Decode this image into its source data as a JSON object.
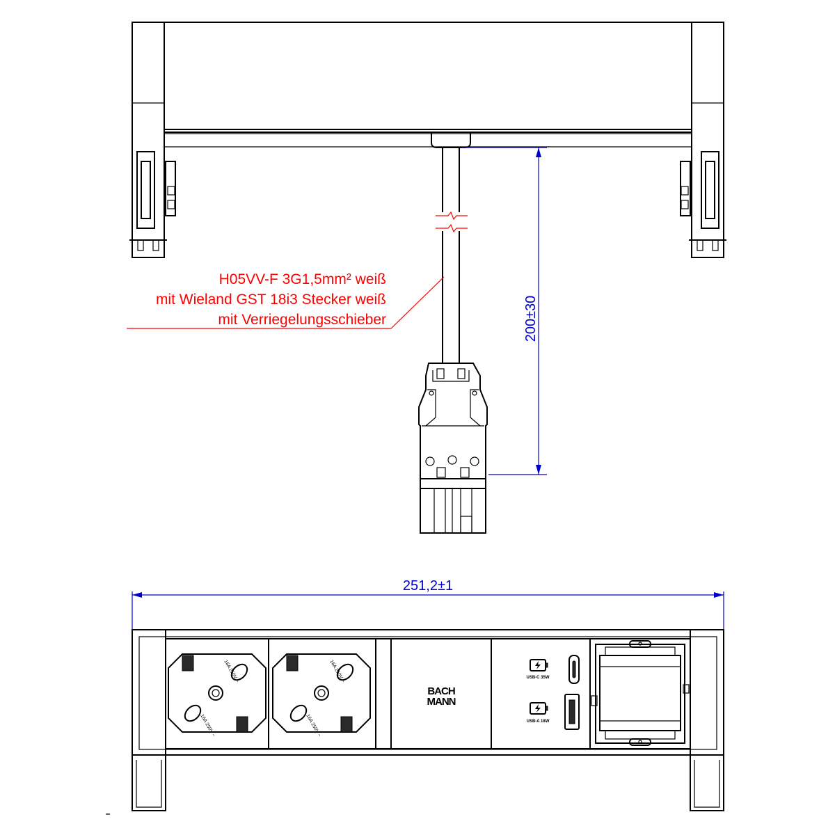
{
  "cable_annotation": {
    "line1": "H05VV-F 3G1,5mm² weiß",
    "line2": "mit Wieland GST 18i3 Stecker weiß",
    "line3": "mit Verriegelungsschieber",
    "color": "#ff0000"
  },
  "dimensions": {
    "cable_length": "200±30",
    "total_width": "251,2±1",
    "color": "#0000cc"
  },
  "modules": {
    "brand_logo_line1": "BACH",
    "brand_logo_line2": "MANN",
    "usb_c_label": "USB-C 35W",
    "usb_a_label": "USB-A 18W",
    "socket_rating_top": "16A 250V ~",
    "socket_rating_bottom": "16A 250V ~"
  }
}
